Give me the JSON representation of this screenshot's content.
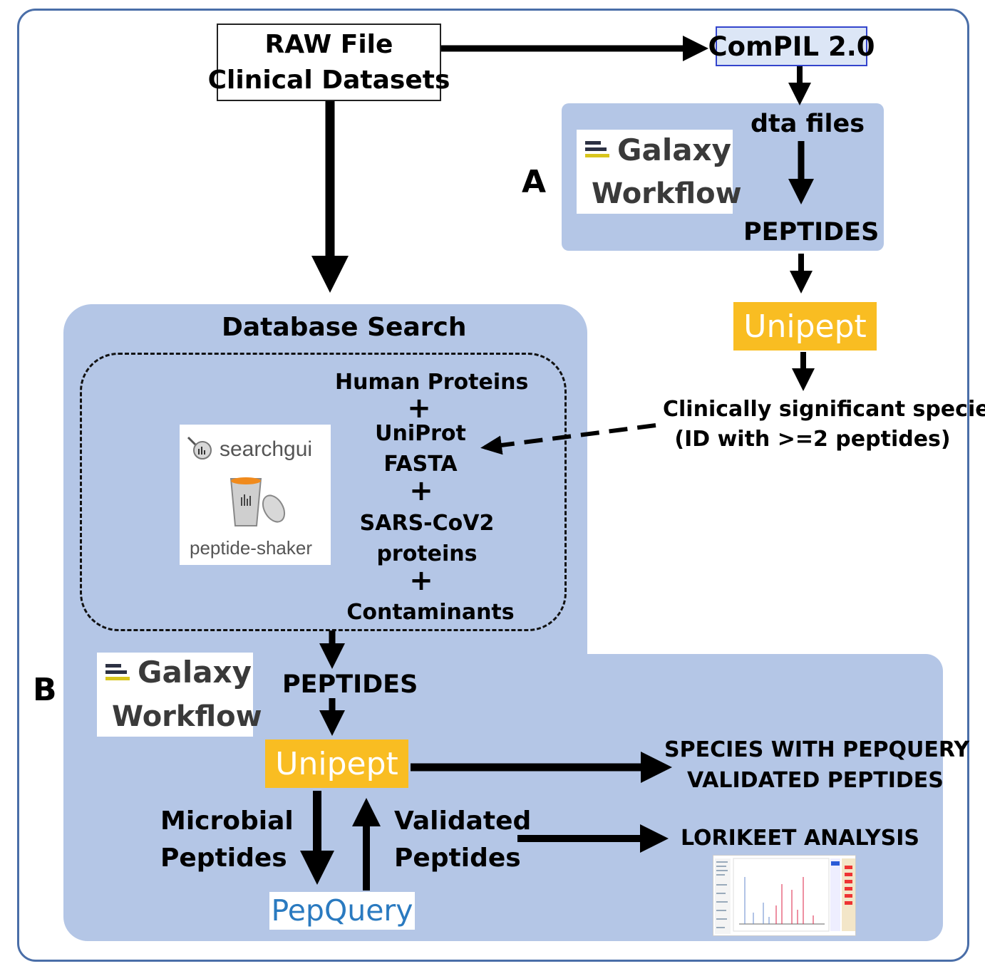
{
  "nodes": {
    "raw_file": [
      "RAW File",
      "Clinical Datasets"
    ],
    "compil": "ComPIL 2.0",
    "dta_files": "dta files",
    "peptides_a": "PEPTIDES",
    "unipept_a": "Unipept",
    "clinical_species": [
      "Clinically significant species",
      "(ID with >=2 peptides)"
    ],
    "db_search_title": "Database Search",
    "human_proteins": "Human Proteins",
    "uniprot": [
      "UniProt",
      "FASTA"
    ],
    "sars": [
      "SARS-CoV2",
      "proteins"
    ],
    "contaminants": "Contaminants",
    "plus": "+",
    "searchgui": "searchgui",
    "peptide_shaker": "peptide-shaker",
    "peptides_b": "PEPTIDES",
    "unipept_b": "Unipept",
    "microbial": [
      "Microbial",
      "Peptides"
    ],
    "validated": [
      "Validated",
      "Peptides"
    ],
    "pepquery": "PepQuery",
    "species_pepquery": [
      "SPECIES WITH PEPQUERY",
      "VALIDATED PEPTIDES"
    ],
    "lorikeet": "LORIKEET ANALYSIS"
  },
  "section_labels": {
    "a": "A",
    "b": "B"
  },
  "galaxy": {
    "name": "Galaxy",
    "workflow": "Workflow"
  },
  "colors": {
    "panel": "#b4c6e6",
    "unipept": "#f9bd22",
    "pepquery_text": "#2a7ac0",
    "frame": "#4a6ea8",
    "compil_bg": "#dce6f6",
    "compil_border": "#3344cc"
  }
}
